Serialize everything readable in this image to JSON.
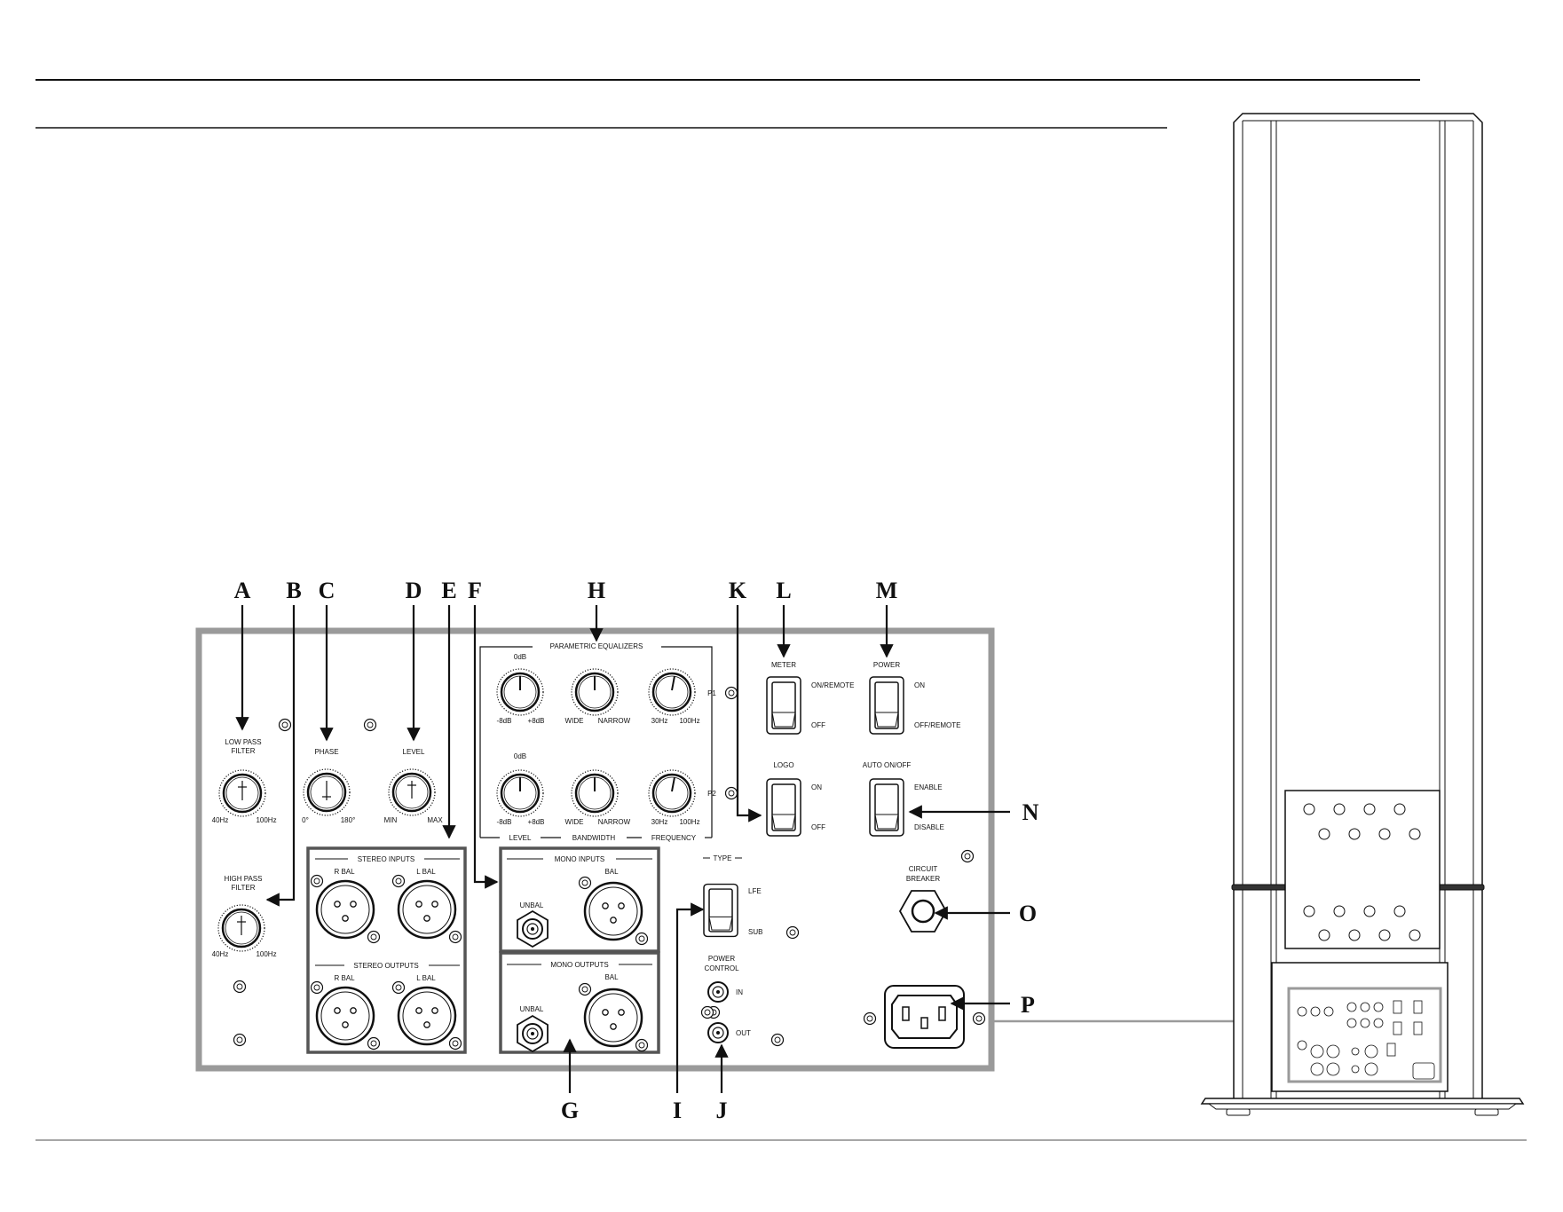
{
  "callouts": {
    "A": "A",
    "B": "B",
    "C": "C",
    "D": "D",
    "E": "E",
    "F": "F",
    "G": "G",
    "H": "H",
    "I": "I",
    "J": "J",
    "K": "K",
    "L": "L",
    "M": "M",
    "N": "N",
    "O": "O",
    "P": "P"
  },
  "knobs": {
    "low_pass": {
      "title_1": "LOW PASS",
      "title_2": "FILTER",
      "min": "40Hz",
      "max": "100Hz"
    },
    "high_pass": {
      "title_1": "HIGH PASS",
      "title_2": "FILTER",
      "min": "40Hz",
      "max": "100Hz"
    },
    "phase": {
      "title": "PHASE",
      "min": "0°",
      "max": "180°"
    },
    "level": {
      "title": "LEVEL",
      "min": "MIN",
      "max": "MAX"
    }
  },
  "peq": {
    "title": "PARAMETRIC EQUALIZERS",
    "p1": "P1",
    "p2": "P2",
    "zero_db_1": "0dB",
    "zero_db_2": "0dB",
    "minus8": "-8dB",
    "plus8": "+8dB",
    "wide": "WIDE",
    "narrow": "NARROW",
    "f30": "30Hz",
    "f100": "100Hz",
    "level": "LEVEL",
    "bandwidth": "BANDWIDTH",
    "frequency": "FREQUENCY"
  },
  "stereo": {
    "inputs": "STEREO INPUTS",
    "outputs": "STEREO OUTPUTS",
    "r_bal": "R BAL",
    "l_bal": "L BAL"
  },
  "mono": {
    "inputs": "MONO INPUTS",
    "outputs": "MONO OUTPUTS",
    "unbal": "UNBAL",
    "bal": "BAL"
  },
  "type_switch": {
    "title": "TYPE",
    "lfe": "LFE",
    "sub": "SUB"
  },
  "power_control": {
    "title_1": "POWER",
    "title_2": "CONTROL",
    "in": "IN",
    "out": "OUT"
  },
  "meter_switch": {
    "title": "METER",
    "on": "ON/REMOTE",
    "off": "OFF"
  },
  "logo_switch": {
    "title": "LOGO",
    "on": "ON",
    "off": "OFF"
  },
  "power_switch": {
    "title": "POWER",
    "on": "ON",
    "off": "OFF/REMOTE"
  },
  "auto_switch": {
    "title": "AUTO ON/OFF",
    "on": "ENABLE",
    "off": "DISABLE"
  },
  "breaker": {
    "title_1": "CIRCUIT",
    "title_2": "BREAKER"
  },
  "colors": {
    "panel_border": "#9a9a9a",
    "box_border": "#555555",
    "ink": "#111111"
  }
}
